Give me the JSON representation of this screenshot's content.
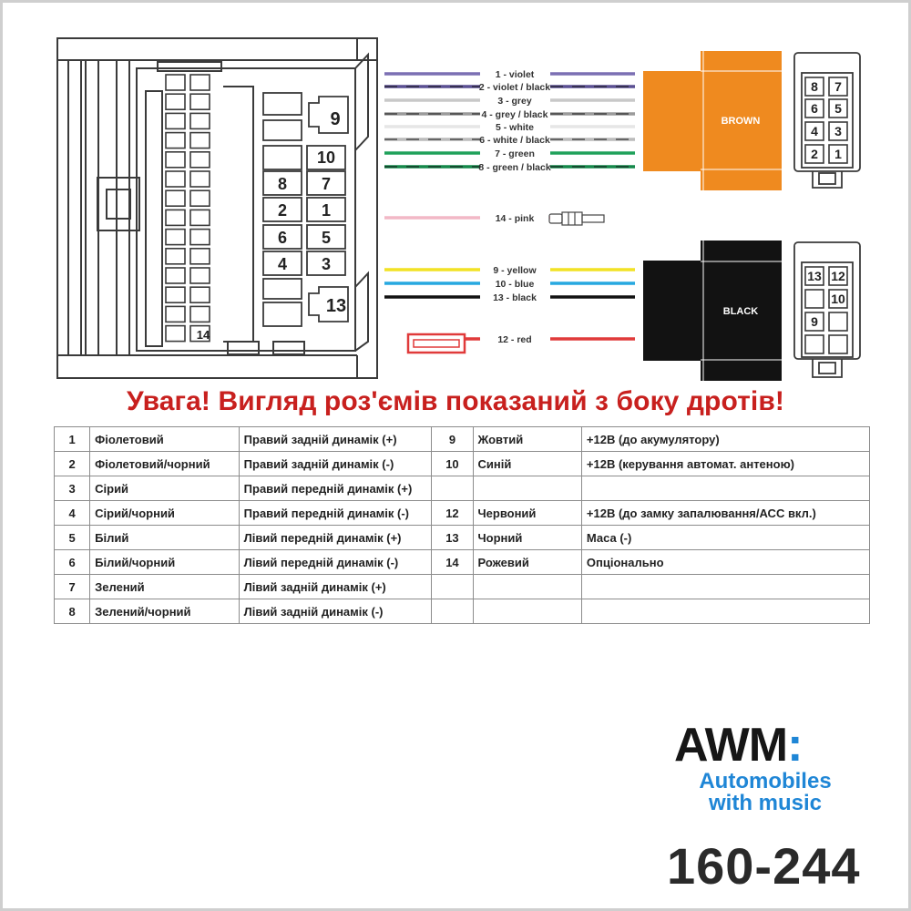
{
  "connector_pins": {
    "p14": "14",
    "p9": "9",
    "p10": "10",
    "p8": "8",
    "p7": "7",
    "p2": "2",
    "p1": "1",
    "p6": "6",
    "p5": "5",
    "p4": "4",
    "p3": "3",
    "p13": "13"
  },
  "wires": [
    {
      "label": "1 - violet",
      "color": "#7b6fb3",
      "stripe": ""
    },
    {
      "label": "2 - violet / black",
      "color": "#5a4f92",
      "stripe": "#111111"
    },
    {
      "label": "3 - grey",
      "color": "#c8c8c8",
      "stripe": ""
    },
    {
      "label": "4 - grey / black",
      "color": "#9a9a9a",
      "stripe": "#111111"
    },
    {
      "label": "5 - white",
      "color": "#e6e6e6",
      "stripe": ""
    },
    {
      "label": "6 - white / black",
      "color": "#bbbbbb",
      "stripe": "#111111"
    },
    {
      "label": "7 - green",
      "color": "#1fa15a",
      "stripe": ""
    },
    {
      "label": "8 - green / black",
      "color": "#14884a",
      "stripe": "#111111"
    },
    {
      "label": "14 - pink",
      "color": "#f2b8c6",
      "stripe": ""
    },
    {
      "label": "9 - yellow",
      "color": "#f2e224",
      "stripe": ""
    },
    {
      "label": "10 - blue",
      "color": "#27a8e0",
      "stripe": ""
    },
    {
      "label": "13 - black",
      "color": "#111111",
      "stripe": ""
    },
    {
      "label": "12 - red",
      "color": "#e03a3a",
      "stripe": ""
    }
  ],
  "plugs": {
    "brown": {
      "label": "BROWN",
      "color": "#ef8a1f",
      "pins": [
        "8",
        "7",
        "6",
        "5",
        "4",
        "3",
        "2",
        "1"
      ]
    },
    "black": {
      "label": "BLACK",
      "color": "#121212",
      "pins": [
        "13",
        "12",
        "10",
        "9"
      ]
    }
  },
  "warning": "Увага! Вигляд роз'ємів показаний з боку дротів!",
  "legend": {
    "left": [
      [
        "1",
        "Фіолетовий",
        "Правий задній динамік (+)"
      ],
      [
        "2",
        "Фіолетовий/чорний",
        "Правий задній динамік (-)"
      ],
      [
        "3",
        "Сірий",
        "Правий передній динамік (+)"
      ],
      [
        "4",
        "Сірий/чорний",
        "Правий передній динамік (-)"
      ],
      [
        "5",
        "Білий",
        "Лівий передній динамік (+)"
      ],
      [
        "6",
        "Білий/чорний",
        "Лівий передній динамік (-)"
      ],
      [
        "7",
        "Зелений",
        "Лівий задній динамік (+)"
      ],
      [
        "8",
        "Зелений/чорний",
        "Лівий задній динамік (-)"
      ]
    ],
    "right": [
      [
        "9",
        "Жовтий",
        "+12В (до акумулятору)"
      ],
      [
        "10",
        "Синій",
        "+12В (керування автомат. антеною)"
      ],
      [
        "",
        "",
        ""
      ],
      [
        "12",
        "Червоний",
        "+12В (до замку запалювання/АСС вкл.)"
      ],
      [
        "13",
        "Чорний",
        "Маса (-)"
      ],
      [
        "14",
        "Рожевий",
        "Опціонально"
      ],
      [
        "",
        "",
        ""
      ],
      [
        "",
        "",
        ""
      ]
    ]
  },
  "logo": {
    "main": "AWM",
    "colon": ":",
    "line1": "Automobiles",
    "line2": "with music"
  },
  "product_code": "160-244"
}
